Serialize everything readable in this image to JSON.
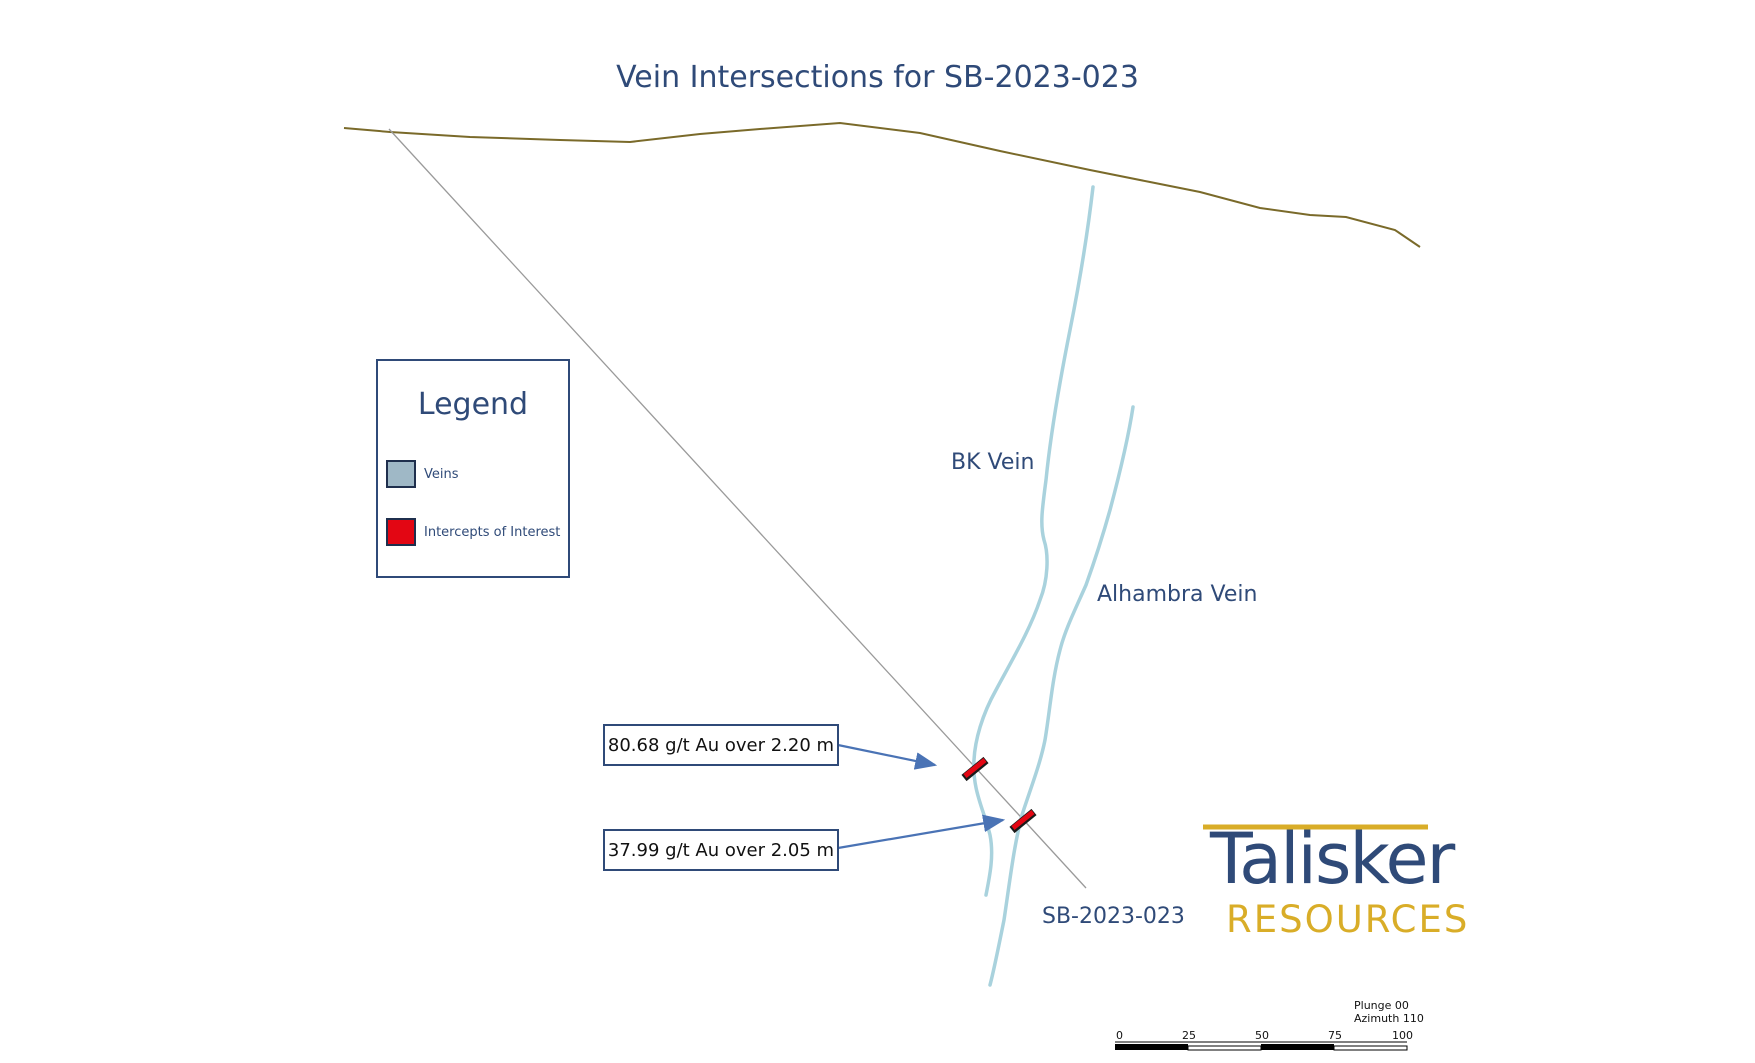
{
  "title": "Vein Intersections for SB-2023-023",
  "legend": {
    "title": "Legend",
    "items": [
      {
        "label": "Veins",
        "color": "#9fb8c6"
      },
      {
        "label": "Intercepts of Interest",
        "color": "#e30613"
      }
    ]
  },
  "veins": [
    {
      "label": "BK Vein"
    },
    {
      "label": "Alhambra Vein"
    }
  ],
  "drillhole": {
    "label": "SB-2023-023"
  },
  "intercepts": [
    {
      "text": "80.68 g/t Au over 2.20 m"
    },
    {
      "text": "37.99 g/t Au over 2.05 m"
    }
  ],
  "logo": {
    "word": "Talisker",
    "sub": "RESOURCES",
    "blue": "#2f4a78",
    "gold": "#d9ad28"
  },
  "orientation": {
    "plunge": "Plunge 00",
    "azimuth": "Azimuth 110"
  },
  "scale_bar": {
    "ticks": [
      "0",
      "25",
      "50",
      "75",
      "100"
    ]
  },
  "colors": {
    "topography": "#7a6a2a",
    "vein": "#a9d2dd",
    "drillhole": "#9a9a9a",
    "text": "#2f4a78",
    "arrow": "#4a73b5"
  }
}
